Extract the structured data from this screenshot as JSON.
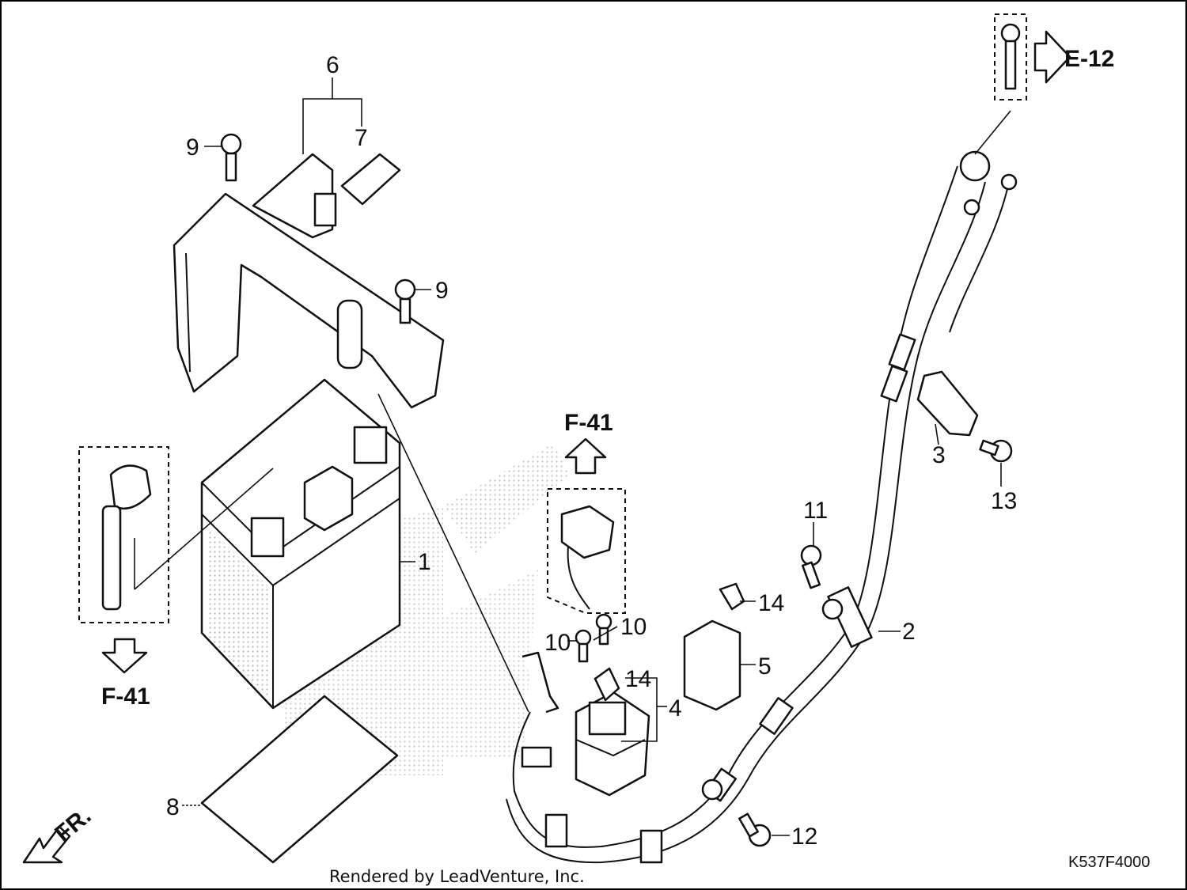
{
  "diagram": {
    "callouts": [
      "1",
      "2",
      "3",
      "4",
      "5",
      "6",
      "7",
      "8",
      "9",
      "9",
      "10",
      "10",
      "11",
      "12",
      "13",
      "14",
      "14"
    ],
    "references": [
      "E-12",
      "F-41",
      "F-41"
    ],
    "front_marker": "FR.",
    "drawing_code": "K537F4000",
    "credit": "Rendered by LeadVenture, Inc."
  }
}
